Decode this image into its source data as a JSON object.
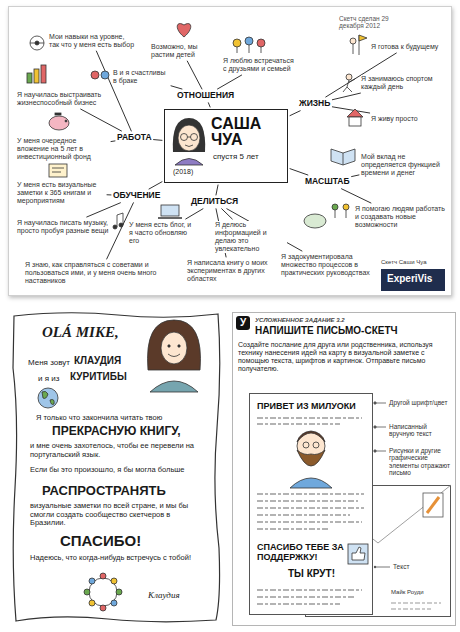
{
  "diagram": {
    "nodes": [
      {
        "text": [
          "Мои навыки на уровне, так что у меня есть выбор",
          "Возможно, мы растим детей",
          "В и я счастливы в браке",
          "Я люблю встречаться с друзьями и семьей",
          "ОТНОШЕНИЯ",
          "Скетч сделан 29 декабря 2012",
          "Я готова к будущему",
          "Я занимаюсь спортом каждый день",
          "Я живу просто",
          "ЖИЗНЬ",
          "Я научилась выстраивать жизнеспособный бизнес",
          "У меня очередное вложение на 5 лет в инвестиционный фонд",
          "РАБОТА",
          "МАСШТАБ",
          "Мой вклад не определяется функцией времени и денег",
          "Я помогаю людям работать и создавать новые возможности",
          "ОБУЧЕНИЕ",
          "У меня есть визуальные заметки к 365 книгам и мероприятиям",
          "Я научилась писать музыку, просто пробуя разные вещи",
          "Я знаю, как справляться с советами и пользоваться ими, и у меня очень много наставников",
          "ДЕЛИТЬСЯ",
          "У меня есть блог, и я часто обновляю его",
          "Я делюсь информацией и делаю это увлекательно",
          "Я написала книгу о моих экспериментах в других областях",
          "Я задокументировала множество процессов в практических руководствах"
        ]
      },
      {
        "text": [
          "САША ЧУА",
          "спустя 5 лет",
          "(2018)"
        ],
        "in": 0
      },
      {
        "text": [
          "Скетч Саши Чуа",
          "ExperiVis"
        ],
        "in": 0
      },
      {
        "text": [
          "OLÁ MIKE,",
          "Меня зовут",
          "КЛАУДИЯ",
          "и я из",
          "КУРИТИБЫ",
          "Я только что закончила читать твою",
          "ПРЕКРАСНУЮ КНИГУ,",
          "и мне очень захотелось, чтобы ее перевели на португальский язык.",
          "Если бы это произошло, я бы могла больше",
          "РАСПРОСТРАНЯТЬ",
          "визуальные заметки по всей стране, и мы бы смогли создать сообщество скетчеров в Бразилии.",
          "СПАСИБО!",
          "Надеюсь, что когда-нибудь встречусь с тобой!",
          "Клаудия"
        ]
      },
      {
        "text": [
          "УСЛОЖНЕННОЕ ЗАДАНИЕ 3.2",
          "НАПИШИТЕ ПИСЬМО-СКЕТЧ",
          "Создайте послание для друга или родственника, используя технику нанесения идей на карту в визуальной заметке с помощью текста, шрифтов и картинок. Отправьте письмо получателю.",
          "Другой шрифт/цвет",
          "Написанный вручную текст",
          "Рисунки и другие графические элементы отражают письмо",
          "Текст"
        ]
      },
      {
        "text": [
          "У"
        ],
        "in": 4
      },
      {
        "text": [
          "Майк Роуди"
        ],
        "in": 4
      },
      {
        "text": [
          "ПРИВЕТ ИЗ МИЛУОКИ",
          "СПАСИБО ТЕБЕ ЗА ПОДДЕРЖКУ!",
          "ТЫ КРУТ!"
        ],
        "in": 4
      }
    ]
  }
}
